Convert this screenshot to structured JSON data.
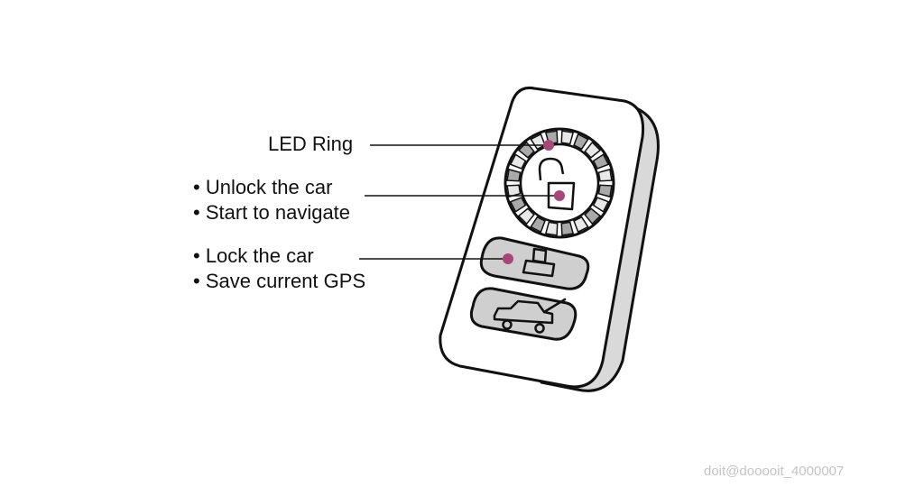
{
  "labels": {
    "led_ring": "LED Ring",
    "unlock": [
      "• Unlock the car",
      "• Start to navigate"
    ],
    "lock": [
      "• Lock the car",
      "• Save current GPS"
    ]
  },
  "watermark": "doit@dooooit_4000007",
  "colors": {
    "marker": "#a8457a",
    "outline": "#111111",
    "button_fill": "#cfcfcf",
    "body_side": "#d9d9d9",
    "led_segment_dark": "#a9a9a9",
    "led_segment_light": "#e8e8e8"
  },
  "icons": [
    "unlocked-padlock-icon",
    "lock-car-icon",
    "car-trunk-open-icon"
  ]
}
